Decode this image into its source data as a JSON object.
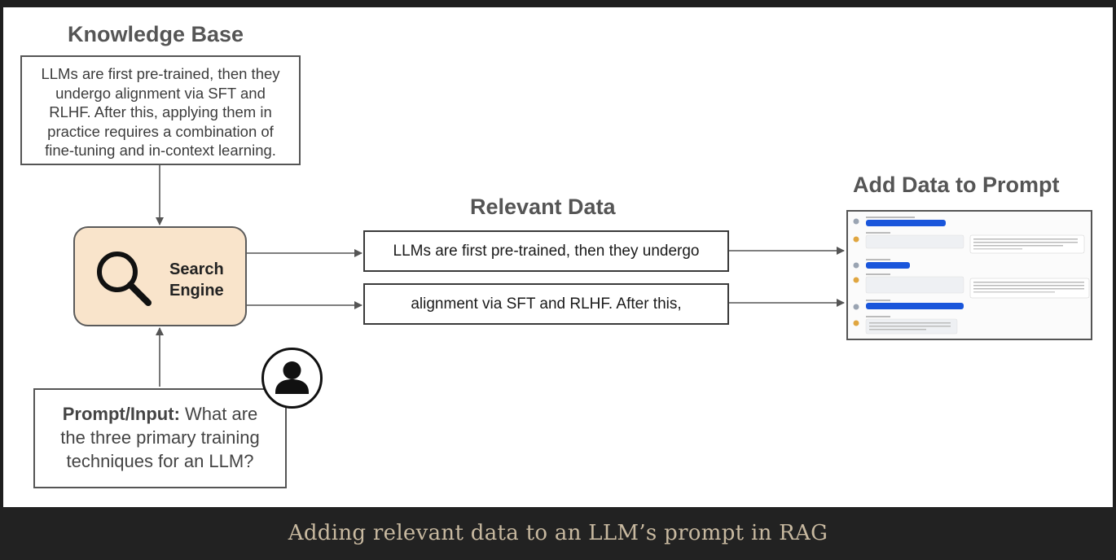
{
  "knowledge_base": {
    "title": "Knowledge Base",
    "lines": [
      "LLMs are first pre-trained, then they",
      "undergo alignment via SFT and",
      "RLHF. After this, applying them in",
      "practice requires a combination of",
      "fine-tuning and in-context learning."
    ]
  },
  "search_engine": {
    "label_line1": "Search",
    "label_line2": "Engine",
    "icon": "magnifier-icon",
    "fill_color": "#f9e4cb"
  },
  "relevant_data": {
    "title": "Relevant Data",
    "chunks": [
      "LLMs are first pre-trained, then they undergo",
      "alignment via SFT and RLHF. After this,"
    ]
  },
  "add_data": {
    "title": "Add Data to Prompt",
    "thumbnail": "chat-screenshot",
    "accent_color": "#1a56db"
  },
  "prompt": {
    "label": "Prompt/Input:",
    "text_line1": " What are",
    "text_line2": "the three primary training",
    "text_line3": "techniques for an LLM?",
    "icon": "user-avatar-icon"
  },
  "caption": "Adding relevant data to an LLM’s prompt in RAG"
}
